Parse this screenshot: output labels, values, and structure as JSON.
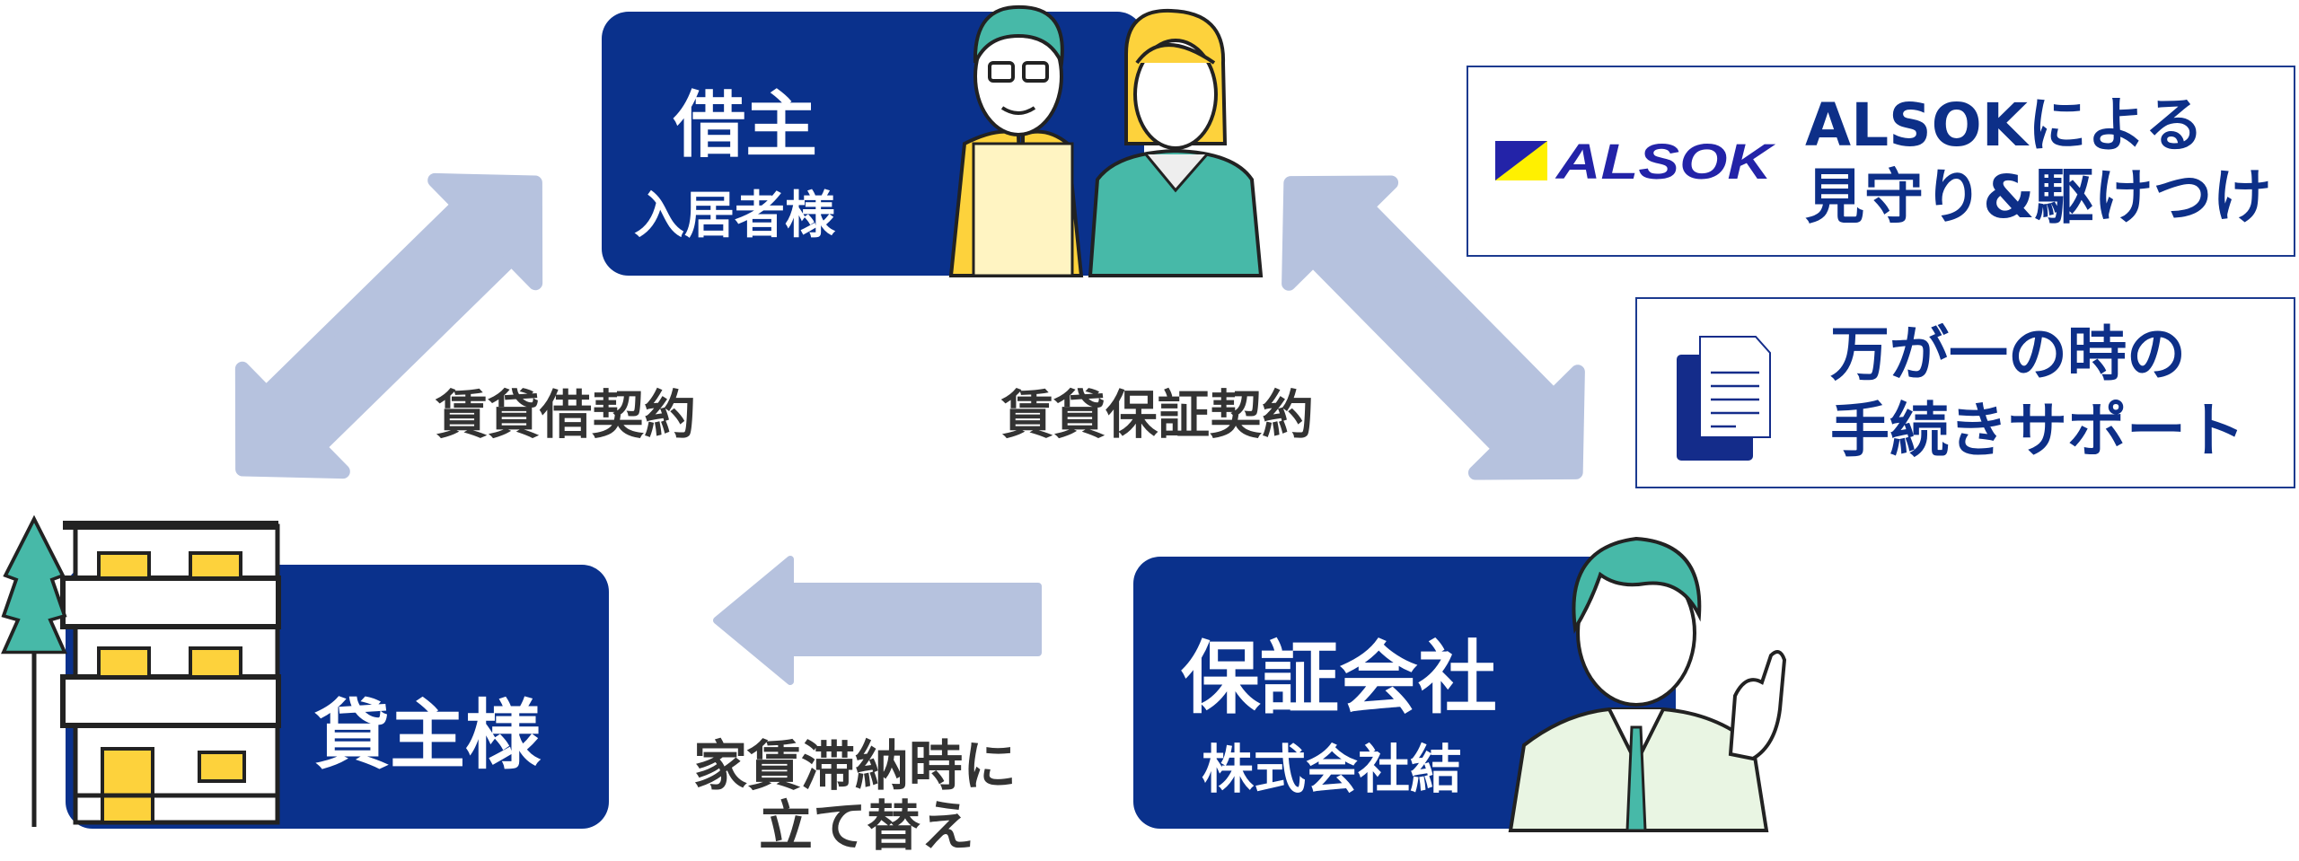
{
  "borrower": {
    "title": "借主",
    "subtitle": "入居者様"
  },
  "landlord": {
    "title": "貸主様"
  },
  "guarantor": {
    "title": "保証会社",
    "subtitle": "株式会社結"
  },
  "contracts": {
    "lease": "賃貸借契約",
    "guarantee": "賃貸保証契約"
  },
  "advance": {
    "line1": "家賃滞納時に",
    "line2": "立て替え"
  },
  "alsok": {
    "logo": "ALSOK",
    "line1": "ALSOKによる",
    "line2": "見守り&駆けつけ"
  },
  "support": {
    "line1": "万が一の時の",
    "line2": "手続きサポート"
  },
  "colors": {
    "navy": "#0a318c",
    "arrow": "#b6c2de",
    "yellow": "#fdd23c",
    "teal": "#47b9a8"
  }
}
